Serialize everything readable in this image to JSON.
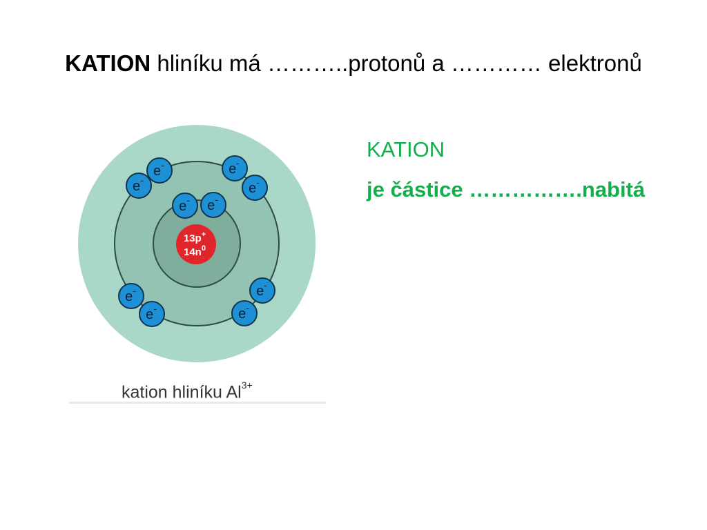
{
  "title": {
    "bold_part": "KATION",
    "rest": " hliníku má ………..protonů a ………… elektronů"
  },
  "definition": {
    "term": "KATION",
    "sentence": "je částice …………….nabitá",
    "color": "#11b04d"
  },
  "diagram": {
    "nucleus": {
      "protons": "13p",
      "proton_charge": "+",
      "neutrons": "14n",
      "neutron_charge": "0",
      "color": "#e0262b"
    },
    "electron_symbol": "e",
    "electron_charge": "-",
    "electron_color": "#1e90d6",
    "shell_electrons": [
      2,
      8
    ],
    "caption": {
      "text": "kation hliníku Al",
      "superscript": "3+"
    }
  }
}
